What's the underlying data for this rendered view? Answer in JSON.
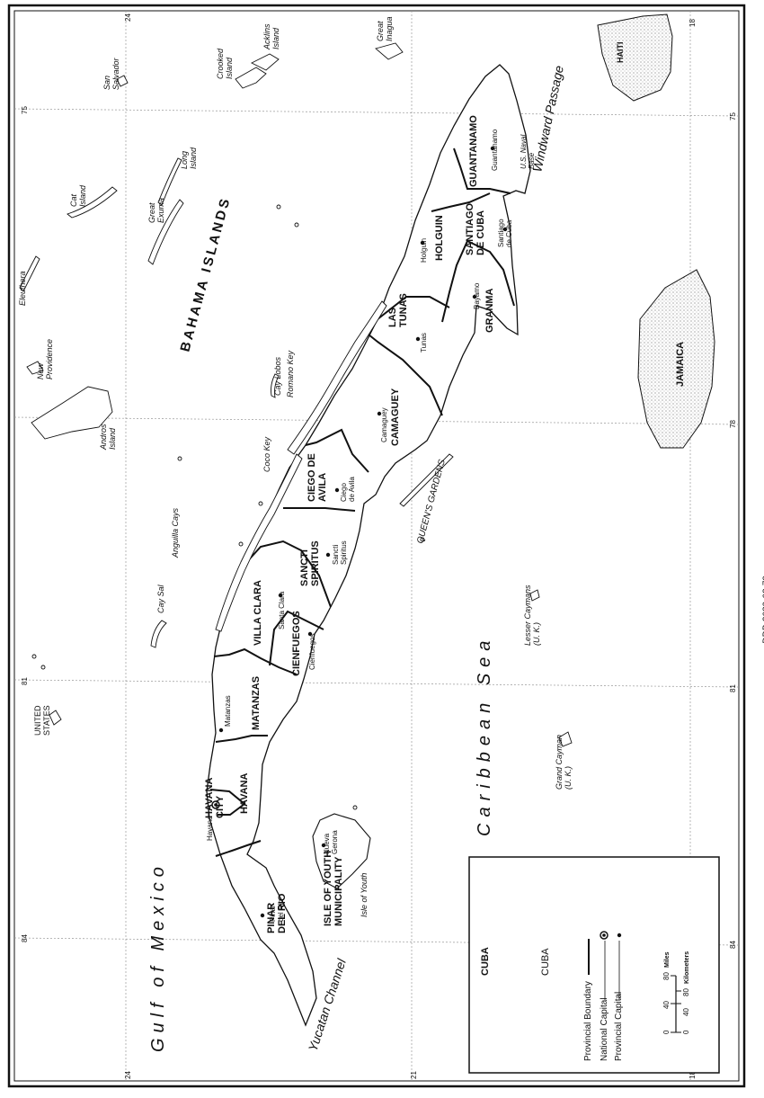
{
  "doc_id": "DDB-2680-62-79",
  "legend": {
    "title": "CUBA",
    "subtitle": "CUBA",
    "provincial_boundary": "Provincial Boundary",
    "national_capital": "National Capital",
    "provincial_capital": "Provincial Capital",
    "scale_miles_label": "Miles",
    "scale_km_label": "Kilometers",
    "miles_ticks": [
      "0",
      "40",
      "80"
    ],
    "km_ticks": [
      "0",
      "40",
      "80"
    ]
  },
  "graticule": {
    "lat_24": "24",
    "lat_21": "21",
    "lat_18": "18",
    "lon_84": "84",
    "lon_81": "81",
    "lon_78": "78",
    "lon_75": "75"
  },
  "water": {
    "gulf": "Gulf of Mexico",
    "caribbean": "Caribbean Sea",
    "yucatan": "Yucatan Channel",
    "windward": "Windward Passage"
  },
  "provinces": {
    "pinar": [
      "PINAR",
      "DEL RIO"
    ],
    "havana": "HAVANA",
    "havana_city": [
      "HAVANA",
      "CITY"
    ],
    "isle": [
      "ISLE OF YOUTH",
      "MUNICIPALITY"
    ],
    "matanzas": "MATANZAS",
    "villa_clara": "VILLA CLARA",
    "cienfuegos": "CIENFUEGOS",
    "sancti": [
      "SANCTI",
      "SPIRITUS"
    ],
    "ciego": [
      "CIEGO DE",
      "AVILA"
    ],
    "camaguey": "CAMAGUEY",
    "las_tunas": [
      "LAS",
      "TUNAS"
    ],
    "holguin": "HOLGUIN",
    "granma": "GRANMA",
    "santiago": [
      "SANTIAGO",
      "DE CUBA"
    ],
    "guantanamo": "GUANTANAMO"
  },
  "cities": {
    "havana": "Havana",
    "pinar": [
      "Pinar",
      "del Rio"
    ],
    "nueva_gerona": [
      "Nueva",
      "Gerona"
    ],
    "matanzas": "Matanzas",
    "santa_clara": "Santa Clara",
    "cienfuegos": "Cienfuegos",
    "sancti": [
      "Sancti",
      "Spiritus"
    ],
    "ciego": [
      "Ciego",
      "de Avila"
    ],
    "camaguey": "Camaguey",
    "tunas": "Tunas",
    "holguin": "Holguin",
    "bayamo": "Bayamo",
    "santiago": [
      "Santiago",
      "de Cuba"
    ],
    "guantanamo": "Guantanamo",
    "naval_base": [
      "U.S. Naval",
      "Base"
    ]
  },
  "places": {
    "isle_of_youth": "Isle of Youth",
    "united_states": [
      "UNITED",
      "STATES"
    ],
    "cay_sal": "Cay Sal",
    "anguilla": "Anguilla Cays",
    "andros": [
      "Andros",
      "Island"
    ],
    "coco_key": "Coco Key",
    "cay_lobos": "Cay Lobos",
    "romano_key": "Romano Key",
    "new_providence": [
      "New",
      "Providence"
    ],
    "eleuthera": "Eleuthera",
    "bahama": "BAHAMA ISLANDS",
    "great_exuma": [
      "Great",
      "Exuma"
    ],
    "long_island": [
      "Long",
      "Island"
    ],
    "cat_island": [
      "Cat",
      "Island"
    ],
    "san_salvador": [
      "San",
      "Salvador"
    ],
    "crooked": [
      "Crooked",
      "Island"
    ],
    "acklins": [
      "Acklins",
      "Island"
    ],
    "great_inagua": [
      "Great",
      "Inagua"
    ],
    "haiti": "HAITI",
    "jamaica": "JAMAICA",
    "queens": "QUEEN'S GARDENS",
    "lesser_caymans": [
      "Lesser Caymans",
      "(U. K.)"
    ],
    "grand_cayman": [
      "Grand Cayman",
      "(U. K.)"
    ]
  }
}
